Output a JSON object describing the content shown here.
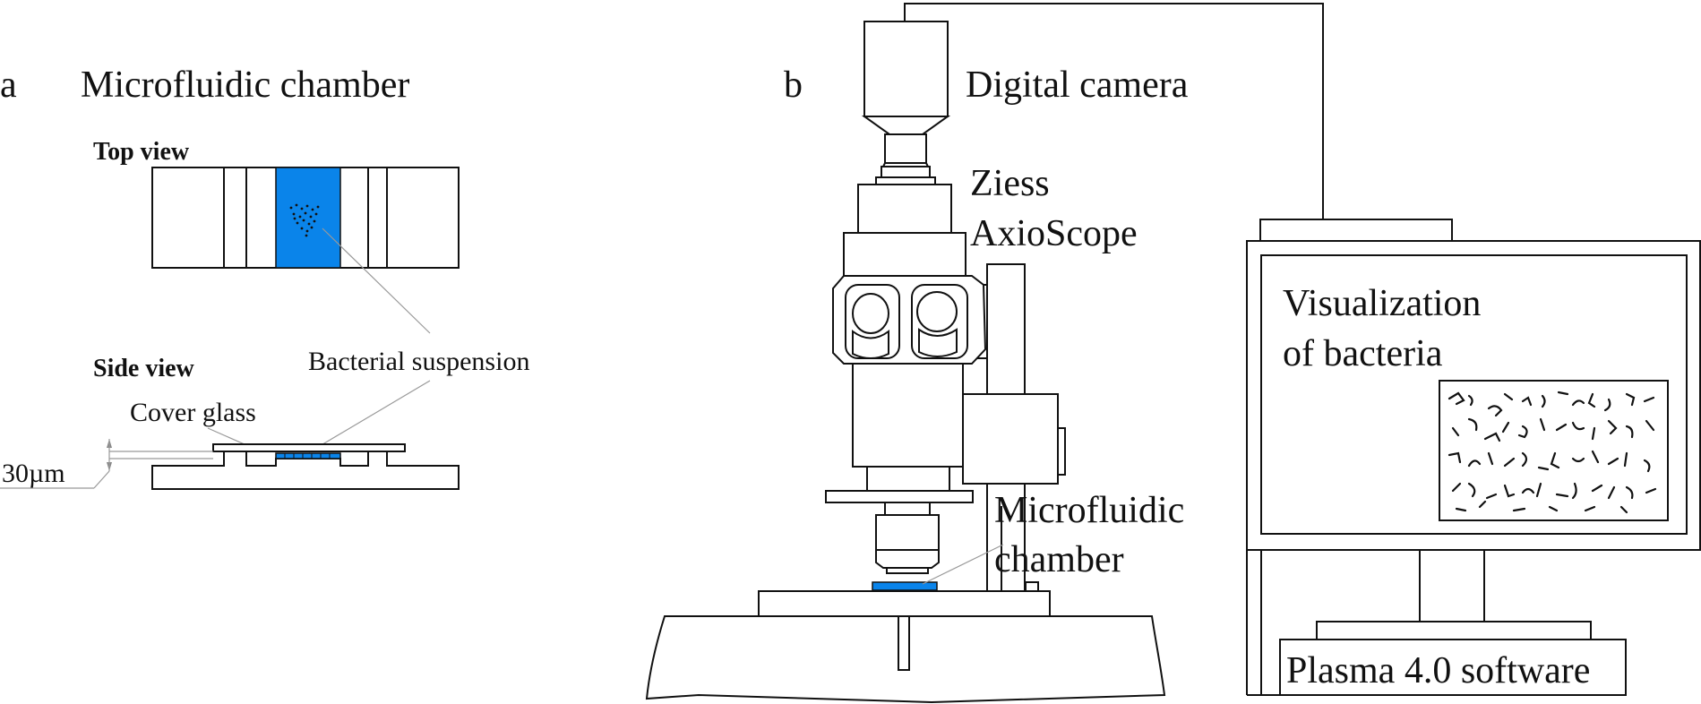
{
  "panel_a": {
    "letter": "a",
    "title": "Microfluidic chamber",
    "top_view_label": "Top  view",
    "side_view_label": "Side  view",
    "suspension_label": "Bacterial suspension",
    "cover_glass_label": "Cover glass",
    "thickness_label": "30µm"
  },
  "panel_b": {
    "letter": "b",
    "camera_label": "Digital camera",
    "microscope_label_line1": "Ziess",
    "microscope_label_line2": "AxioScope",
    "chamber_label_line1": "Microfluidic",
    "chamber_label_line2": "chamber",
    "screen_label_line1": "Visualization",
    "screen_label_line2": "of bacteria",
    "software_label": "Plasma 4.0 software"
  },
  "colors": {
    "suspension_fill": "#0a84ea",
    "line": "#111111",
    "leader": "#999999"
  }
}
